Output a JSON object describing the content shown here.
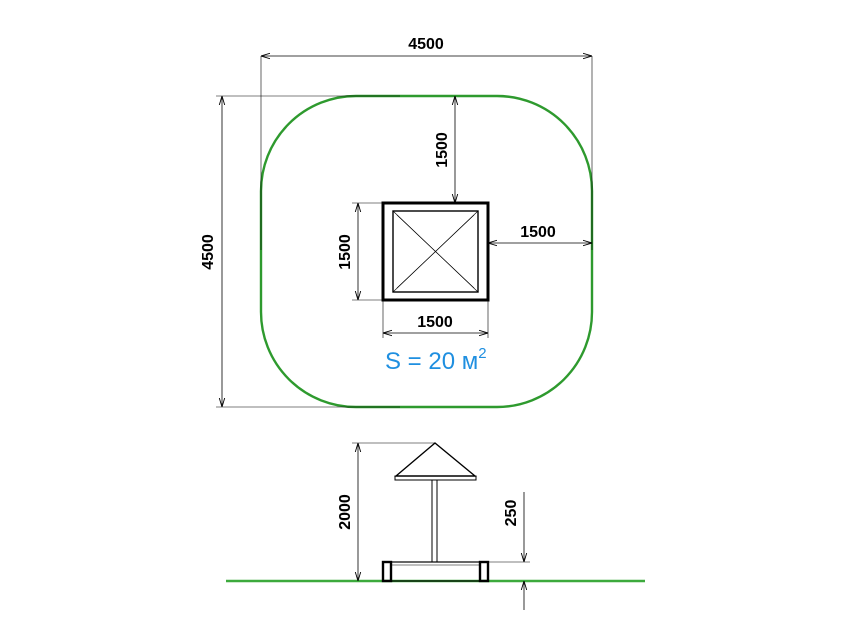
{
  "dimensions": {
    "top_width": "4500",
    "left_height": "4500",
    "inner_top": "1500",
    "inner_right": "1500",
    "inner_left": "1500",
    "inner_bottom": "1500",
    "side_height": "2000",
    "side_depth": "250"
  },
  "area": {
    "label": "S = 20 м",
    "exponent": "2"
  },
  "colors": {
    "zone": "#2e9a2e",
    "ground": "#3daa3d",
    "area_text": "#1f8fe0",
    "lines": "#000000"
  }
}
